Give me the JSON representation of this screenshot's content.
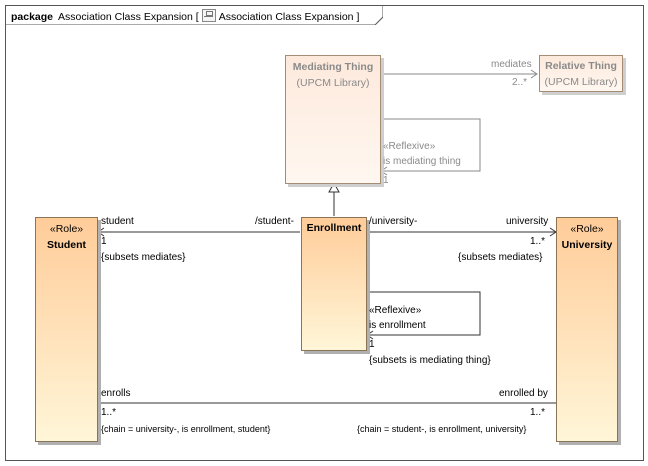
{
  "frame": {
    "keyword": "package",
    "name": "Association Class Expansion",
    "diagram_icon": "class-diagram-icon",
    "diagram_name": "Association Class Expansion"
  },
  "classes": {
    "mediating_thing": {
      "name": "Mediating Thing",
      "library": "(UPCM Library)"
    },
    "relative_thing": {
      "name": "Relative Thing",
      "library": "(UPCM Library)"
    },
    "student": {
      "stereotype": "«Role»",
      "name": "Student"
    },
    "enrollment": {
      "name": "Enrollment"
    },
    "university": {
      "stereotype": "«Role»",
      "name": "University"
    }
  },
  "associations": {
    "mediates": {
      "role": "mediates",
      "multiplicity": "2..*"
    },
    "is_mediating_thing": {
      "stereotype": "«Reflexive»",
      "name": "is mediating thing",
      "multiplicity": "1"
    },
    "student_assoc": {
      "source_role": "/student-",
      "target_role": "student",
      "multiplicity": "1",
      "constraint": "{subsets mediates}"
    },
    "university_assoc": {
      "source_role": "/university-",
      "target_role": "university",
      "multiplicity": "1..*",
      "constraint": "{subsets mediates}"
    },
    "is_enrollment": {
      "stereotype": "«Reflexive»",
      "name": "is enrollment",
      "multiplicity": "1",
      "constraint": "{subsets is mediating thing}"
    },
    "enrolls": {
      "role_left": "enrolls",
      "multiplicity_left": "1..*",
      "constraint_left": "{chain = university-, is enrollment, student}",
      "role_right": "enrolled by",
      "multiplicity_right": "1..*",
      "constraint_right": "{chain = student-, is enrollment, university}"
    }
  }
}
